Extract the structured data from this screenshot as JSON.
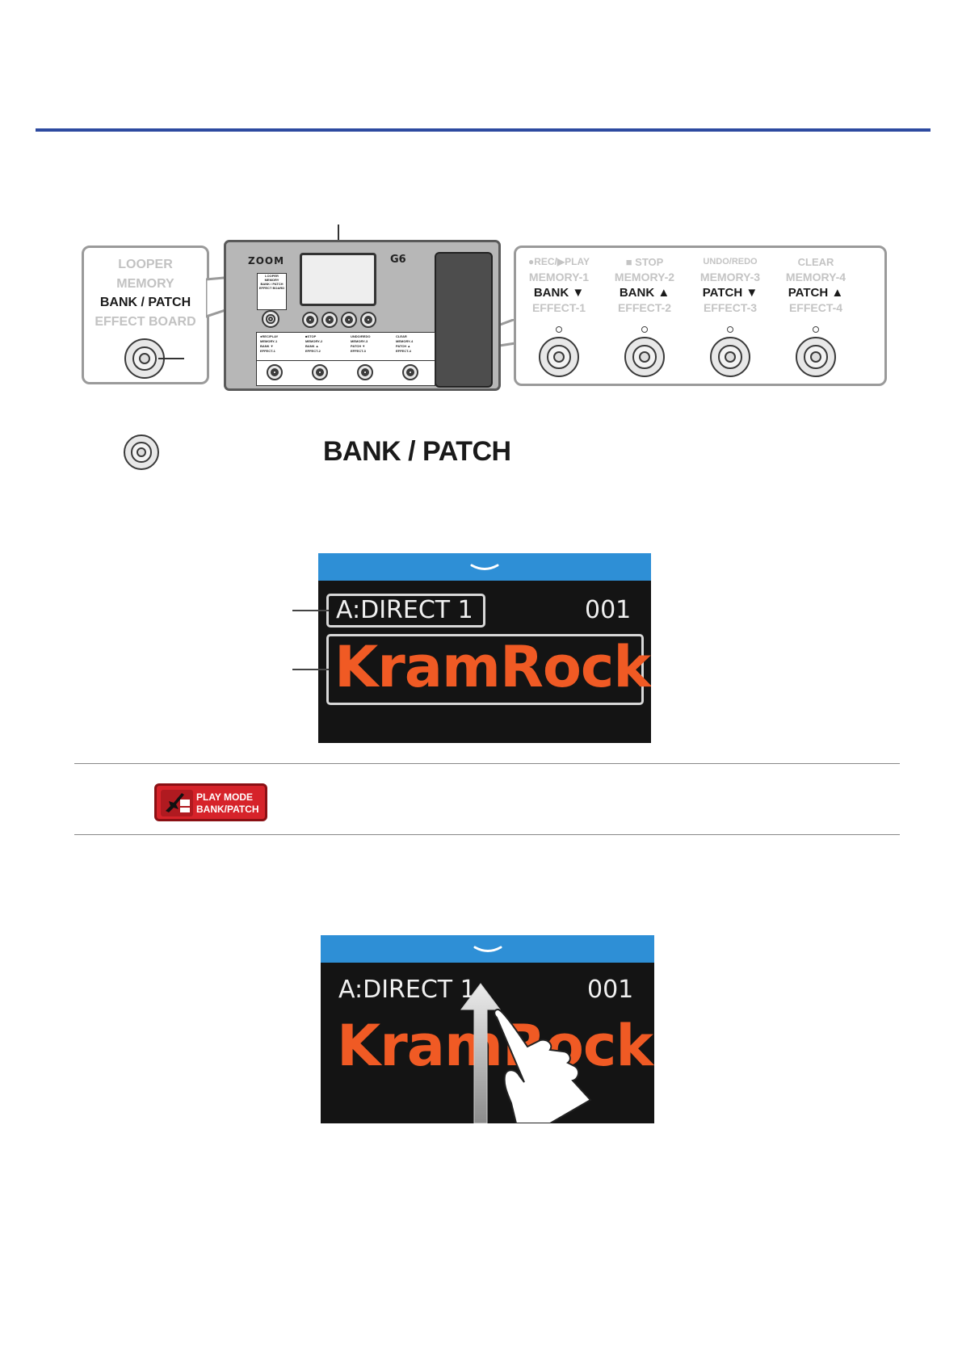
{
  "colors": {
    "rule": "#2d4aa0",
    "screen_bar": "#2e8fd6",
    "patch_name": "#f05a24",
    "badge": "#d6232a"
  },
  "left_panel": {
    "labels": [
      "LOOPER",
      "MEMORY",
      "BANK / PATCH",
      "EFFECT BOARD"
    ],
    "active_index": 2
  },
  "device": {
    "logo": "ZOOM",
    "model": "G6",
    "mode_list": [
      "LOOPER",
      "MEMORY",
      "BANK / PATCH",
      "EFFECT BOARD"
    ],
    "mini_switch_labels": [
      [
        "●REC/PLAY",
        "MEMORY-1",
        "BANK ▼",
        "EFFECT-1"
      ],
      [
        "■STOP",
        "MEMORY-2",
        "BANK ▲",
        "EFFECT-2"
      ],
      [
        "UNDO/REDO",
        "MEMORY-3",
        "PATCH ▼",
        "EFFECT-3"
      ],
      [
        "CLEAR",
        "MEMORY-4",
        "PATCH ▲",
        "EFFECT-4"
      ]
    ]
  },
  "right_panel": {
    "switches": [
      {
        "line1": "●REC/▶PLAY",
        "line2": "MEMORY-1",
        "line3": "BANK ▼",
        "line4": "EFFECT-1"
      },
      {
        "line1": "■ STOP",
        "line2": "MEMORY-2",
        "line3": "BANK ▲",
        "line4": "EFFECT-2"
      },
      {
        "line1": "UNDO/REDO",
        "line2": "MEMORY-3",
        "line3": "PATCH ▼",
        "line4": "EFFECT-3"
      },
      {
        "line1": "CLEAR",
        "line2": "MEMORY-4",
        "line3": "PATCH ▲",
        "line4": "EFFECT-4"
      }
    ]
  },
  "step": {
    "icon": "footswitch-icon",
    "title": "BANK / PATCH"
  },
  "screen1": {
    "bank_name": "A:DIRECT 1",
    "patch_number": "001",
    "patch_name": "KramRock",
    "bar_icon": "chevron-down-icon"
  },
  "mode_badge": {
    "line1": "PLAY MODE",
    "line2": "BANK/PATCH",
    "icon": "guitar-icon"
  },
  "screen2": {
    "bank_name": "A:DIRECT 1",
    "patch_number": "001",
    "patch_name": "KramRock",
    "bar_icon": "chevron-down-icon",
    "gesture_icon": "swipe-up-hand-icon"
  }
}
